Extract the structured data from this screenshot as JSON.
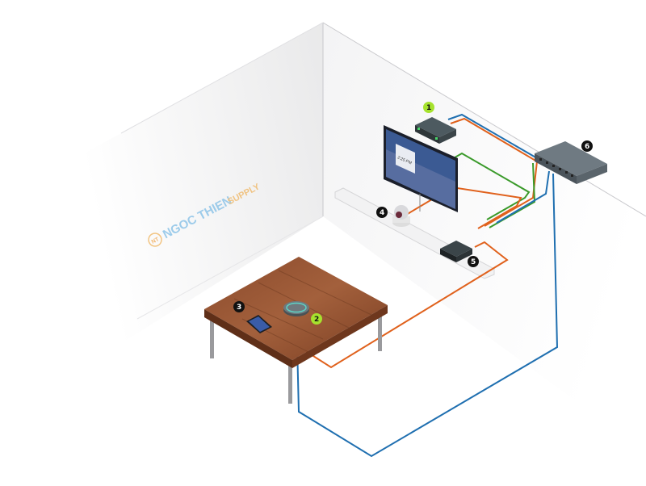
{
  "watermark": {
    "logo": "NT",
    "brand": "NGOC THIEN",
    "suffix": "SUPPLY"
  },
  "display": {
    "time": "2:25 PM"
  },
  "badges": [
    "1",
    "2",
    "3",
    "4",
    "5",
    "6"
  ],
  "colors": {
    "blue": "#1f6fb0",
    "orange": "#e0611c",
    "green": "#3a9a2a",
    "badge_green": "#a6e22e",
    "badge_dark": "#111111"
  }
}
